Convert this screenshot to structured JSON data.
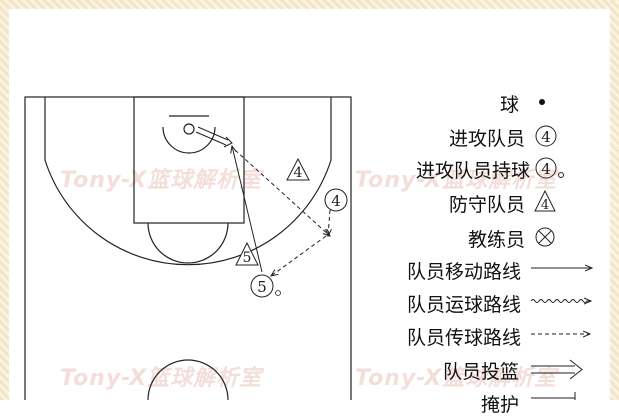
{
  "watermark": {
    "text": "Tony-X篮球解析室"
  },
  "court": {
    "player_attacker_top": "4",
    "player_attacker_bottom": "5",
    "defender_top": "4",
    "defender_bottom": "5"
  },
  "legend": {
    "ball": "球",
    "attacker": "进攻队员",
    "attacker_symbol": "4",
    "attacker_with_ball": "进攻队员持球",
    "attacker_with_ball_symbol": "4",
    "defender": "防守队员",
    "defender_symbol": "4",
    "coach": "教练员",
    "move_path": "队员移动路线",
    "dribble_path": "队员运球路线",
    "pass_path": "队员传球路线",
    "shot": "队员投篮",
    "screen": "掩护"
  },
  "colors": {
    "line": "#222222",
    "watermark": "#dca096"
  }
}
